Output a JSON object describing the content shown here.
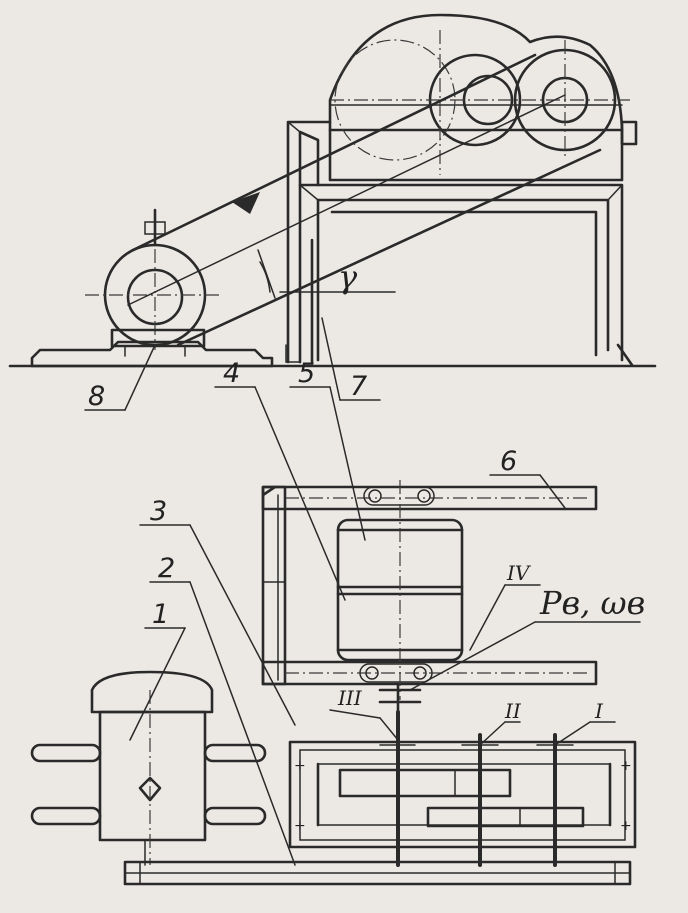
{
  "labels": {
    "l1": "1",
    "l2": "2",
    "l3": "3",
    "l4": "4",
    "l5": "5",
    "l6": "6",
    "l7": "7",
    "l8": "8",
    "shaft_i": "I",
    "shaft_ii": "II",
    "shaft_iii": "III",
    "shaft_iv": "IV",
    "angle": "γ",
    "formula": "Pв, ωв"
  },
  "colors": {
    "ink": "#2a2a2a",
    "paper": "#ece9e4"
  }
}
